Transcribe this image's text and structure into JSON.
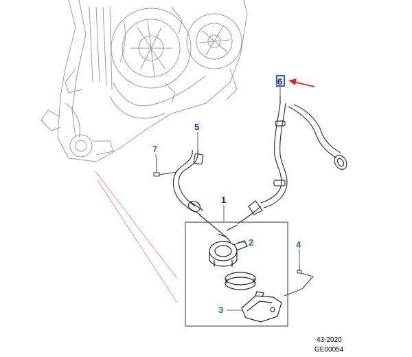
{
  "callouts": {
    "c1": {
      "label": "1",
      "color": "#1a1aa6"
    },
    "c2": {
      "label": "2",
      "color": "#1b8a2b"
    },
    "c3": {
      "label": "3",
      "color": "#1b8a2b"
    },
    "c4": {
      "label": "4",
      "color": "#1b8a2b"
    },
    "c5": {
      "label": "5",
      "color": "#1a1aa6"
    },
    "c6": {
      "label": "6",
      "color": "#1a1aa6",
      "highlight": "#3355ff"
    },
    "c7": {
      "label": "7",
      "color": "#1b8a2b"
    }
  },
  "footer": {
    "date_code": "43-2020",
    "figure_id": "GE00054"
  },
  "colors": {
    "line_art": "#333333",
    "light_line_art": "#9a9a9a",
    "pointer_arrow": "#e0232a",
    "sight_lines": "#e88080"
  }
}
